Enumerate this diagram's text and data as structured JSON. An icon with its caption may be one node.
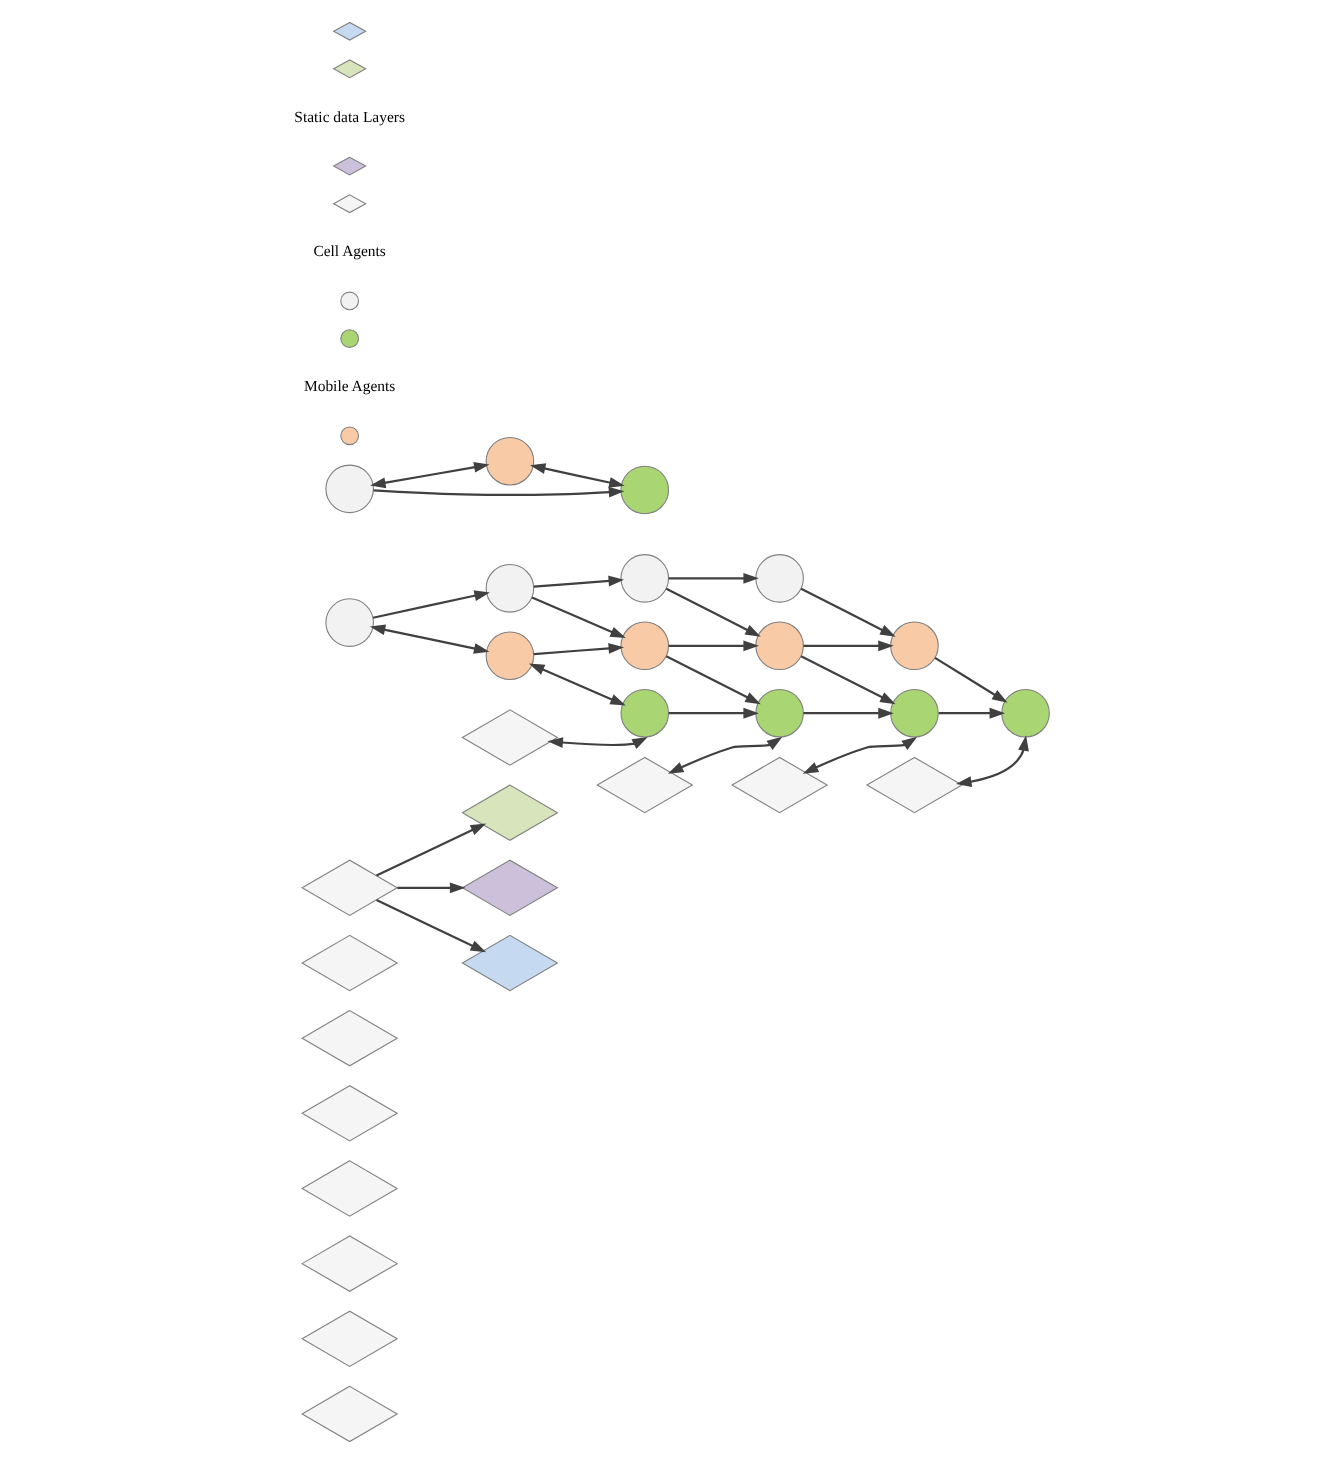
{
  "diagram": {
    "nodes": [
      {
        "text": [],
        "shape": "diamond"
      },
      {
        "text": [],
        "shape": "diamond"
      },
      {
        "text": [],
        "shape": "diamond"
      },
      {
        "text": [],
        "shape": "diamond"
      },
      {
        "text": [],
        "shape": "diamond"
      },
      {
        "text": [],
        "shape": "diamond"
      },
      {
        "text": [],
        "shape": "diamond"
      },
      {
        "text": [],
        "shape": "diamond"
      },
      {
        "text": [],
        "shape": "diamond"
      },
      {
        "text": [],
        "shape": "diamond"
      },
      {
        "text": [],
        "shape": "diamond"
      },
      {
        "text": [],
        "shape": "diamond"
      },
      {
        "text": [],
        "shape": "diamond"
      },
      {
        "text": [],
        "shape": "diamond"
      },
      {
        "text": [],
        "shape": "diamond"
      },
      {
        "text": [],
        "shape": "circle"
      },
      {
        "text": [],
        "shape": "circle"
      },
      {
        "text": [],
        "shape": "circle"
      },
      {
        "text": [],
        "shape": "circle"
      },
      {
        "text": [],
        "shape": "circle"
      },
      {
        "text": [],
        "shape": "circle"
      },
      {
        "text": [],
        "shape": "circle"
      },
      {
        "text": [],
        "shape": "circle"
      },
      {
        "text": [],
        "shape": "circle"
      },
      {
        "text": [],
        "shape": "circle"
      },
      {
        "text": [],
        "shape": "circle"
      },
      {
        "text": [],
        "shape": "circle"
      },
      {
        "text": [],
        "shape": "circle"
      },
      {
        "text": [],
        "shape": "circle"
      },
      {
        "text": [],
        "shape": "circle"
      }
    ],
    "edges": [
      {
        "from": 15,
        "to": 17,
        "arrow": "to"
      },
      {
        "from": 15,
        "to": 16,
        "arrow": "both"
      },
      {
        "from": 16,
        "to": 17,
        "arrow": "both"
      },
      {
        "from": 7,
        "to": 14,
        "arrow": "to"
      },
      {
        "from": 7,
        "to": 13,
        "arrow": "to"
      },
      {
        "from": 7,
        "to": 12,
        "arrow": "to"
      },
      {
        "from": 18,
        "to": 19,
        "arrow": "both"
      },
      {
        "from": 19,
        "to": 20,
        "arrow": "both"
      },
      {
        "from": 8,
        "to": 20,
        "arrow": "both"
      },
      {
        "from": 18,
        "to": 21,
        "arrow": "to"
      },
      {
        "from": 19,
        "to": 22,
        "arrow": "to"
      },
      {
        "from": 20,
        "to": 23,
        "arrow": "to"
      },
      {
        "from": 21,
        "to": 22,
        "arrow": "to"
      },
      {
        "from": 22,
        "to": 23,
        "arrow": "to"
      },
      {
        "from": 9,
        "to": 23,
        "arrow": "both"
      },
      {
        "from": 21,
        "to": 24,
        "arrow": "to"
      },
      {
        "from": 22,
        "to": 25,
        "arrow": "to"
      },
      {
        "from": 23,
        "to": 26,
        "arrow": "to"
      },
      {
        "from": 24,
        "to": 25,
        "arrow": "to"
      },
      {
        "from": 25,
        "to": 26,
        "arrow": "to"
      },
      {
        "from": 10,
        "to": 26,
        "arrow": "both"
      },
      {
        "from": 24,
        "to": 27,
        "arrow": "to"
      },
      {
        "from": 25,
        "to": 28,
        "arrow": "to"
      },
      {
        "from": 26,
        "to": 29,
        "arrow": "to"
      },
      {
        "from": 27,
        "to": 28,
        "arrow": "to"
      },
      {
        "from": 28,
        "to": 29,
        "arrow": "to"
      },
      {
        "from": 11,
        "to": 29,
        "arrow": "both"
      }
    ],
    "legend": [
      {
        "text": "Static data Layers"
      },
      {
        "text": "Cell Agents"
      },
      {
        "text": "Mobile Agents"
      }
    ]
  }
}
